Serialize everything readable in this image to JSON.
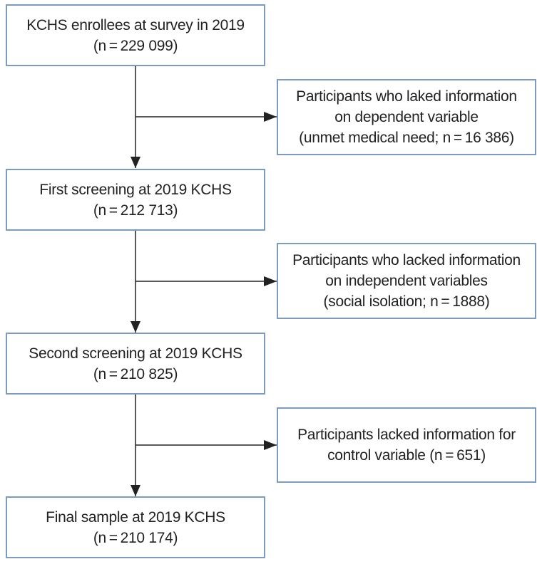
{
  "flow": {
    "main_boxes": [
      {
        "line1": "KCHS enrollees at survey in 2019",
        "line2": "(n = 229 099)"
      },
      {
        "line1": "First screening at 2019 KCHS",
        "line2": "(n = 212 713)"
      },
      {
        "line1": "Second screening at 2019 KCHS",
        "line2": "(n = 210 825)"
      },
      {
        "line1": "Final sample at 2019 KCHS",
        "line2": "(n = 210 174)"
      }
    ],
    "exclusion_boxes": [
      {
        "line1": "Participants who laked information",
        "line2": "on dependent variable",
        "line3": "(unmet medical need; n = 16 386)"
      },
      {
        "line1": "Participants who lacked information",
        "line2": "on independent variables",
        "line3": "(social isolation; n = 1888)"
      },
      {
        "line1": "Participants lacked information for",
        "line2": "control variable (n = 651)"
      }
    ]
  },
  "colors": {
    "box_border": "#7b9cbf",
    "arrow": "#222222"
  }
}
